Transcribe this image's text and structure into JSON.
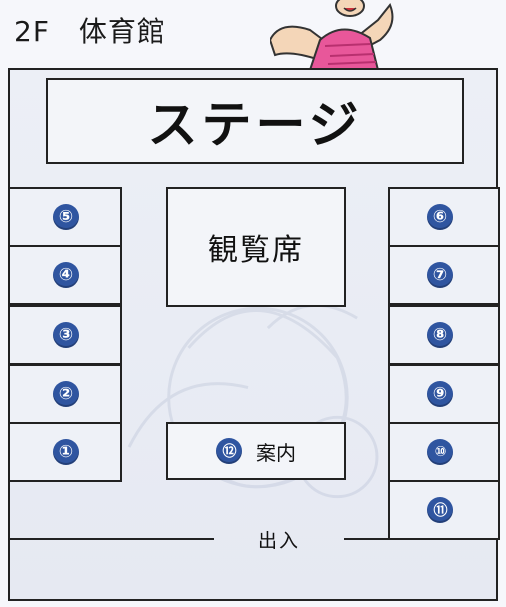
{
  "floor_label": "2F　体育館",
  "stage_label": "ステージ",
  "seating_label": "観覧席",
  "info": {
    "number": "⑫",
    "label": "案内"
  },
  "exit_label": "出入",
  "booths_left": [
    {
      "number": "⑤"
    },
    {
      "number": "④"
    },
    {
      "number": "③"
    },
    {
      "number": "②"
    },
    {
      "number": "①"
    }
  ],
  "booths_right": [
    {
      "number": "⑥"
    },
    {
      "number": "⑦"
    },
    {
      "number": "⑧"
    },
    {
      "number": "⑨"
    },
    {
      "number": "⑩"
    },
    {
      "number": "⑪"
    }
  ],
  "colors": {
    "badge": "#2f55a0",
    "mascot_dress": "#e8579a",
    "floor": "#e9ecf4",
    "outline": "#222222"
  }
}
